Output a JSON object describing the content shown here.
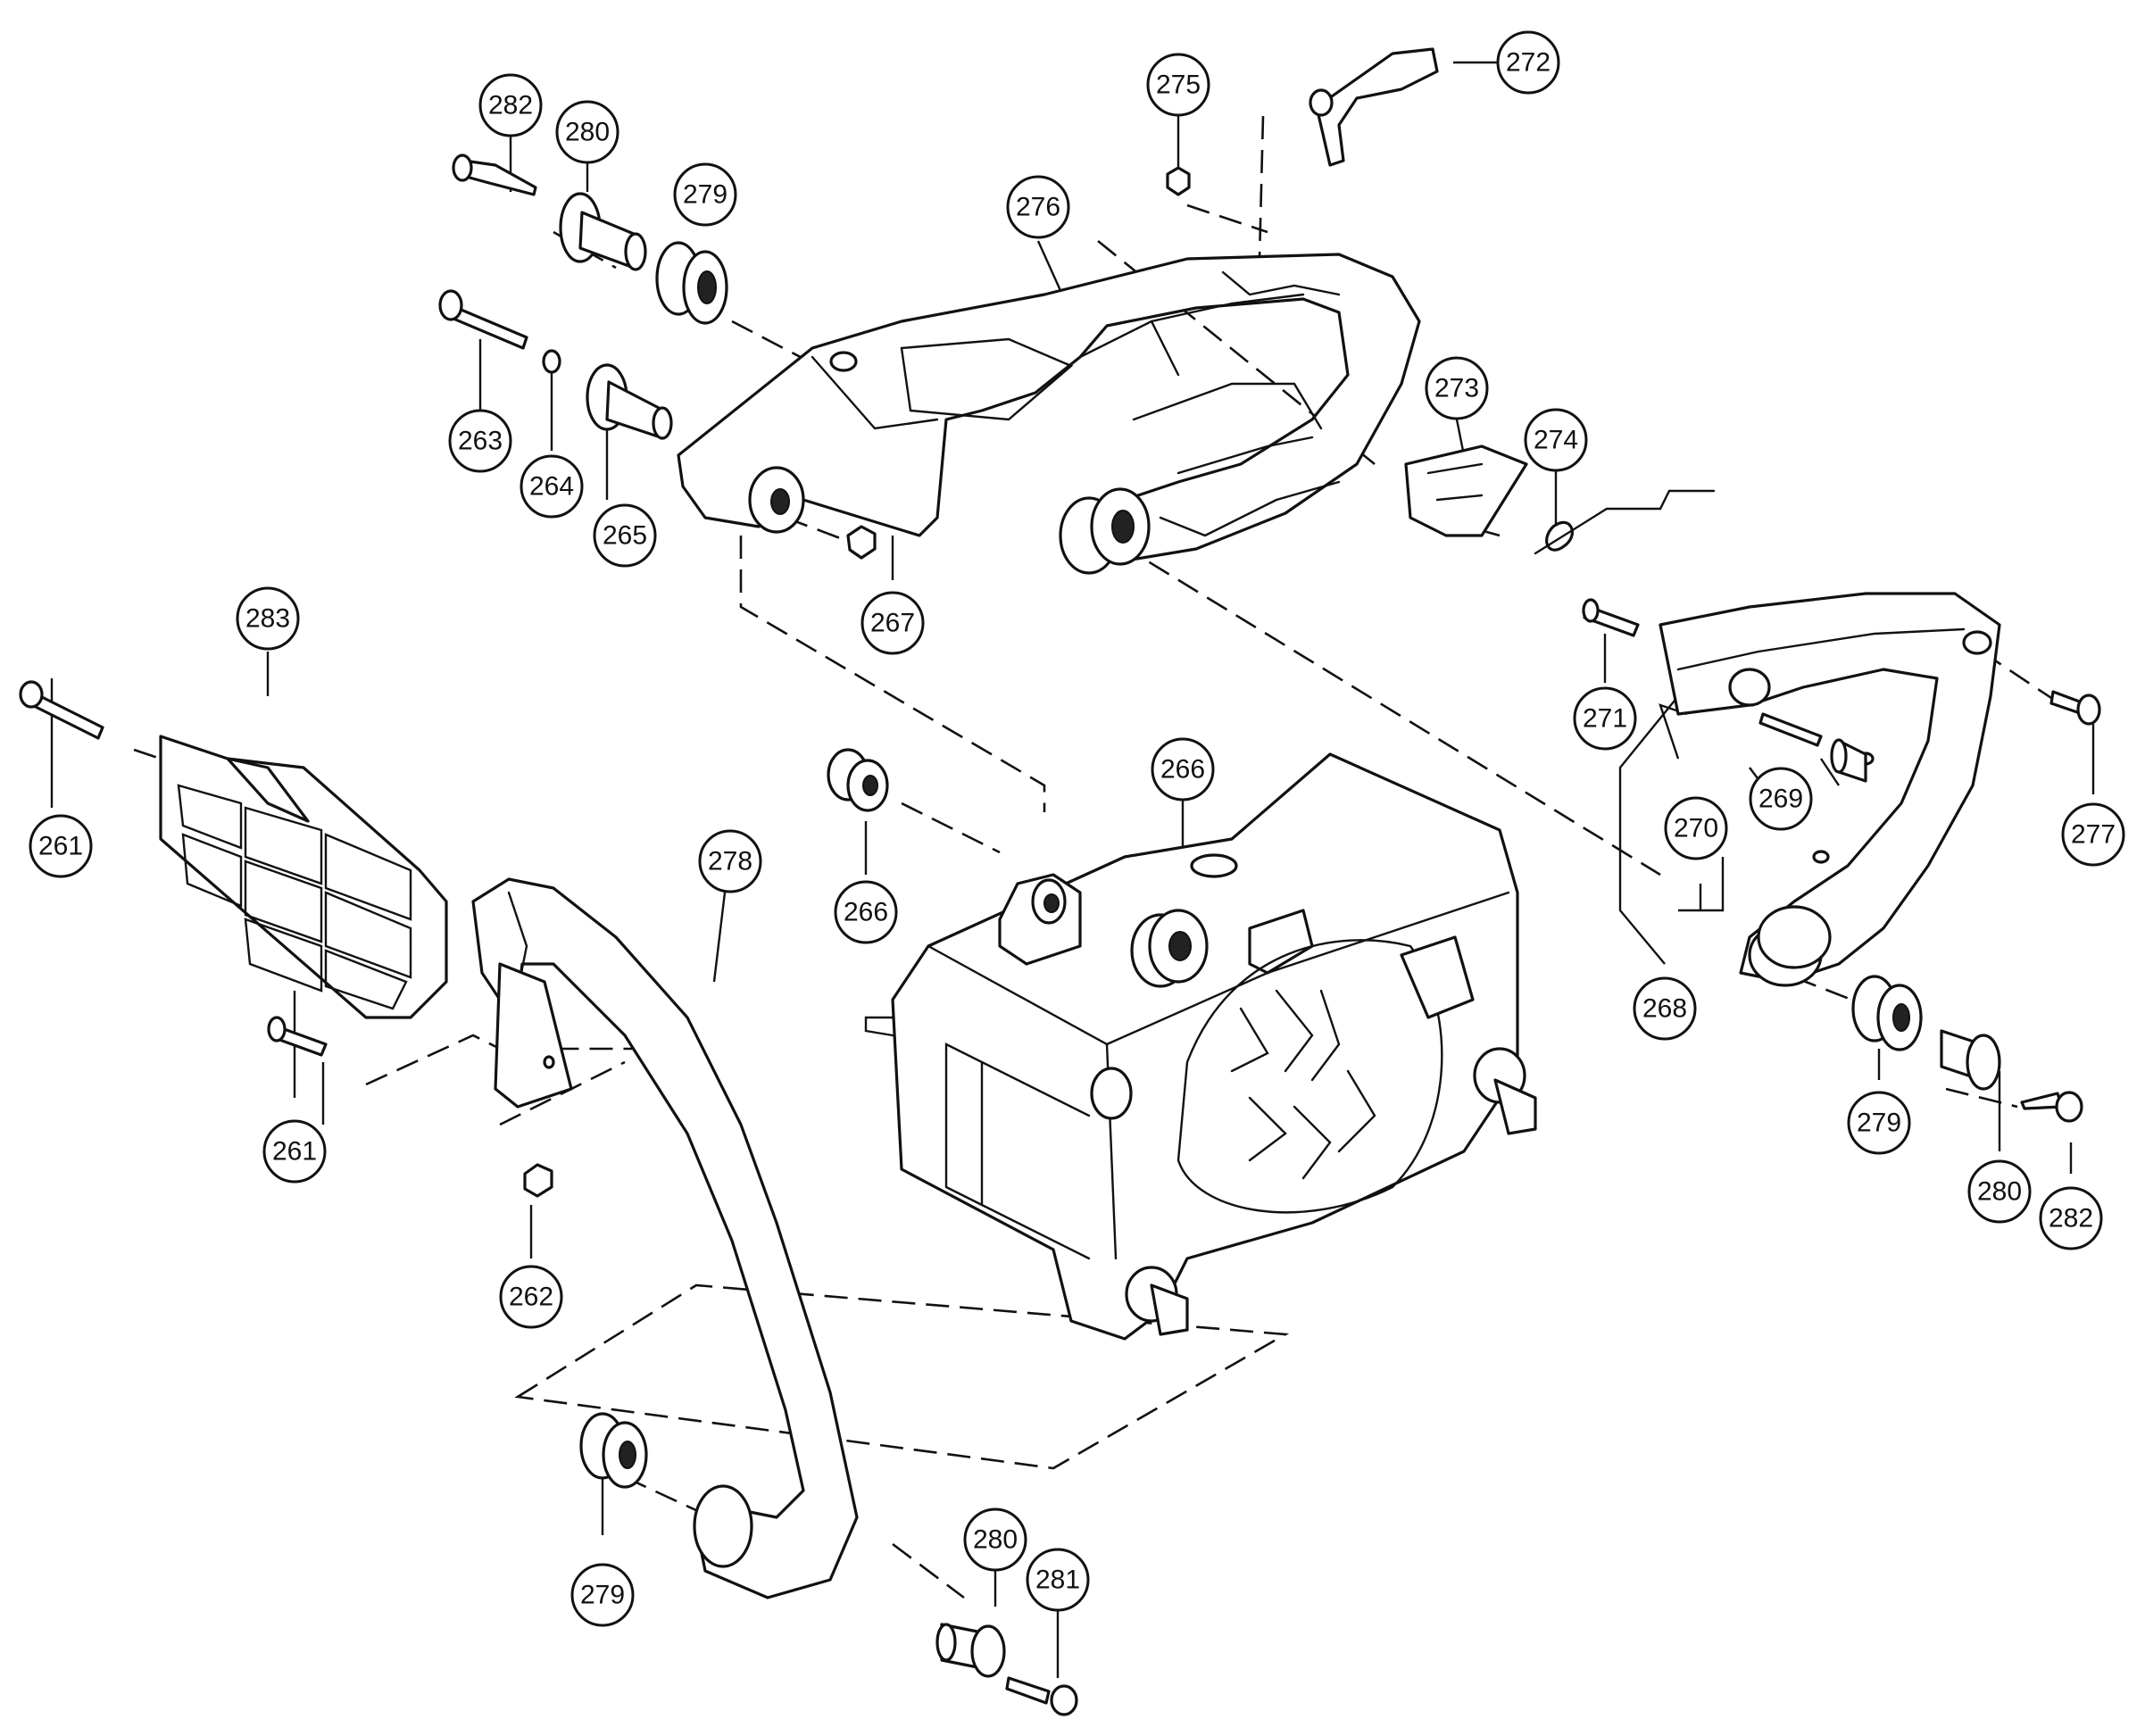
{
  "callouts": [
    "282",
    "280",
    "279",
    "276",
    "275",
    "272",
    "263",
    "264",
    "265",
    "267",
    "273",
    "274",
    "283",
    "261",
    "266",
    "271",
    "277",
    "270",
    "269",
    "268",
    "278",
    "262",
    "279",
    "280",
    "282",
    "261",
    "279",
    "280",
    "281",
    "266"
  ]
}
